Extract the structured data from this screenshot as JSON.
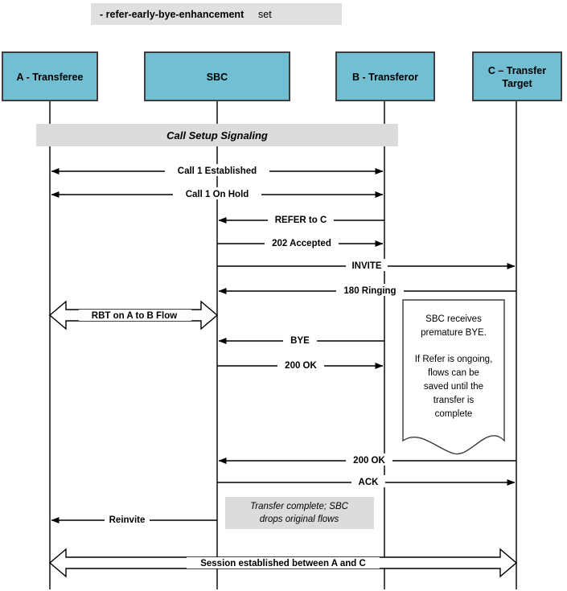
{
  "title_banner": {
    "bold_text": "- refer-early-bye-enhancement",
    "plain_text": "set",
    "background": "#e0e0e0"
  },
  "colors": {
    "participant_fill": "#72bfd4",
    "participant_stroke": "#3f3f3f",
    "band_fill": "#dcdcdc",
    "line": "#000000",
    "note_fill": "#dcdcdc"
  },
  "participants": [
    {
      "id": "A",
      "label": "A - Transferee",
      "lines": [
        "A - Transferee"
      ]
    },
    {
      "id": "SBC",
      "label": "SBC",
      "lines": [
        "SBC"
      ]
    },
    {
      "id": "B",
      "label": "B - Transferor",
      "lines": [
        "B - Transferor"
      ]
    },
    {
      "id": "C",
      "label": "C – Transfer Target",
      "lines": [
        "C – Transfer",
        "Target"
      ]
    }
  ],
  "bands": [
    {
      "id": "call-setup",
      "label": "Call Setup Signaling"
    },
    {
      "id": "transfer-complete",
      "lines": [
        "Transfer complete; SBC",
        "drops original flows"
      ]
    }
  ],
  "messages": [
    {
      "id": "call-1-established",
      "label": "Call 1 Established",
      "from": "A",
      "to": "B",
      "arrow": "both"
    },
    {
      "id": "call-1-on-hold",
      "label": "Call 1 On Hold",
      "from": "A",
      "to": "B",
      "arrow": "both"
    },
    {
      "id": "refer-to-c",
      "label": "REFER to C",
      "from": "B",
      "to": "SBC",
      "arrow": "left"
    },
    {
      "id": "202-accepted",
      "label": "202 Accepted",
      "from": "SBC",
      "to": "B",
      "arrow": "right"
    },
    {
      "id": "invite",
      "label": "INVITE",
      "from": "SBC",
      "to": "C",
      "arrow": "right"
    },
    {
      "id": "180-ringing",
      "label": "180 Ringing",
      "from": "C",
      "to": "SBC",
      "arrow": "left"
    },
    {
      "id": "rbt-flow",
      "label": "RBT on A to B Flow",
      "from": "A",
      "to": "SBC",
      "arrow": "block-both"
    },
    {
      "id": "bye",
      "label": "BYE",
      "from": "B",
      "to": "SBC",
      "arrow": "left"
    },
    {
      "id": "200-ok-b",
      "label": "200 OK",
      "from": "SBC",
      "to": "B",
      "arrow": "right"
    },
    {
      "id": "200-ok-c",
      "label": "200 OK",
      "from": "C",
      "to": "SBC",
      "arrow": "left"
    },
    {
      "id": "ack",
      "label": "ACK",
      "from": "SBC",
      "to": "C",
      "arrow": "right"
    },
    {
      "id": "reinvite",
      "label": "Reinvite",
      "from": "SBC",
      "to": "A",
      "arrow": "left"
    },
    {
      "id": "session-established",
      "label": "Session established between A and C",
      "from": "A",
      "to": "C",
      "arrow": "block-both"
    }
  ],
  "document_note": {
    "id": "premature-bye-note",
    "lines": [
      "SBC receives",
      "premature BYE.",
      "",
      "If Refer is ongoing,",
      "flows can be",
      "saved until the",
      "transfer is",
      "complete"
    ]
  }
}
